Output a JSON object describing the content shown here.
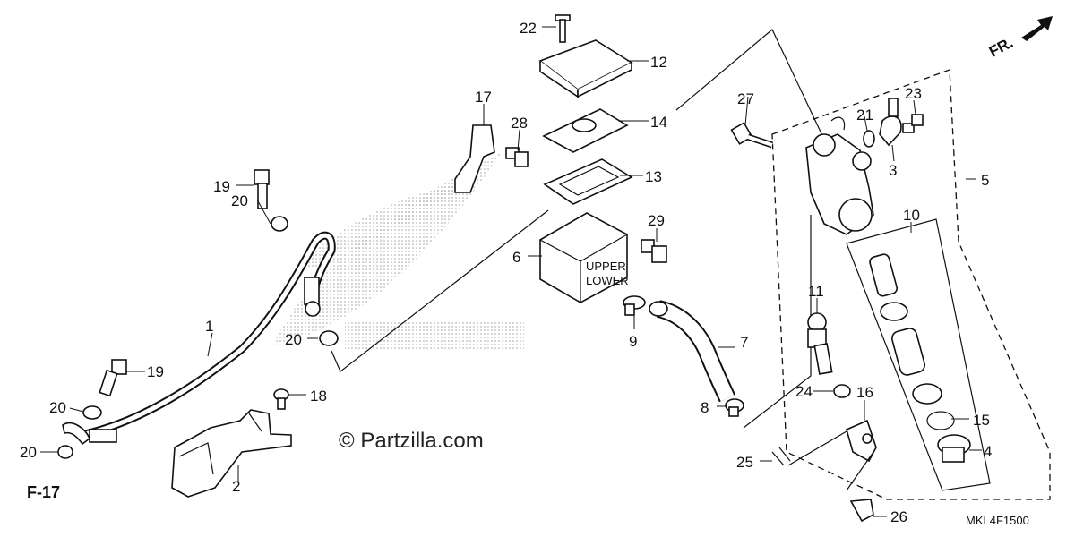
{
  "diagram": {
    "direction_label": "FR.",
    "page_ref_label": "F-17",
    "diagram_code": "MKL4F1500",
    "watermark": "© Partzilla.com",
    "reservoir_text": {
      "upper": "UPPER",
      "lower": "LOWER"
    }
  },
  "callouts": [
    "1",
    "2",
    "3",
    "4",
    "5",
    "6",
    "7",
    "8",
    "9",
    "10",
    "11",
    "12",
    "13",
    "14",
    "15",
    "16",
    "17",
    "18",
    "19",
    "19",
    "20",
    "20",
    "20",
    "20",
    "21",
    "22",
    "23",
    "24",
    "25",
    "26",
    "27",
    "28",
    "29"
  ]
}
